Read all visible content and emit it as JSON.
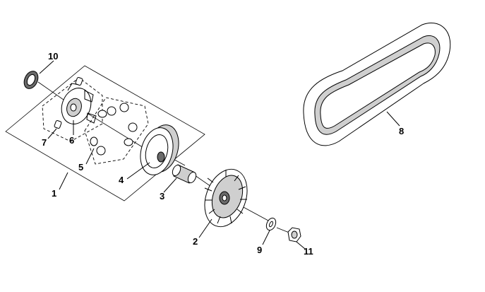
{
  "callouts": {
    "c1": "1",
    "c2": "2",
    "c3": "3",
    "c4": "4",
    "c5": "5",
    "c6": "6",
    "c7": "7",
    "c8": "8",
    "c9": "9",
    "c10": "10",
    "c11": "11"
  },
  "parts": [
    {
      "number": "1",
      "icon": "drive-pulley-assembly-icon"
    },
    {
      "number": "2",
      "icon": "fan-face-plate-icon"
    },
    {
      "number": "3",
      "icon": "pulley-boss-collar-icon"
    },
    {
      "number": "4",
      "icon": "movable-drive-face-icon"
    },
    {
      "number": "5",
      "icon": "weight-roller-icon"
    },
    {
      "number": "6",
      "icon": "ramp-plate-icon"
    },
    {
      "number": "7",
      "icon": "slide-piece-icon"
    },
    {
      "number": "8",
      "icon": "drive-belt-icon"
    },
    {
      "number": "9",
      "icon": "washer-icon"
    },
    {
      "number": "10",
      "icon": "oil-seal-icon"
    },
    {
      "number": "11",
      "icon": "hex-nut-icon"
    }
  ]
}
